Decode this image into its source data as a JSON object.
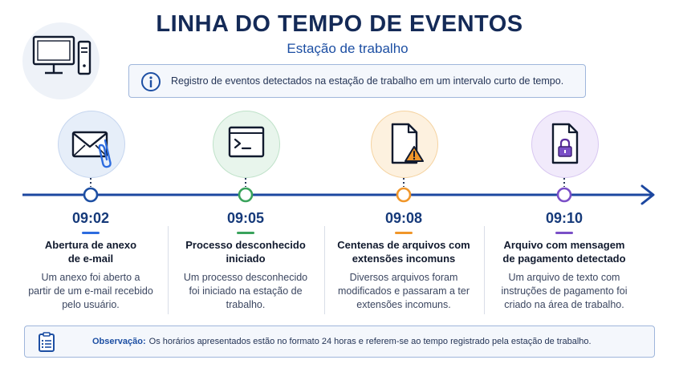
{
  "header": {
    "title": "LINHA DO TEMPO DE EVENTOS",
    "subtitle": "Estação de trabalho"
  },
  "info": {
    "icon": "info-icon",
    "text": "Registro de eventos detectados na estação de trabalho em um intervalo curto de tempo."
  },
  "colors": {
    "primary": "#1d4fa3",
    "navy": "#142a57",
    "blue": "#2d6cdf",
    "green": "#3aa35c",
    "orange": "#f0962a",
    "purple": "#7a4fc7",
    "timeline": "#1c47a0"
  },
  "events": [
    {
      "time": "09:02",
      "title_line1": "Abertura de anexo",
      "title_line2": "de e-mail",
      "desc_line1": "Um anexo foi aberto a",
      "desc_line2": "partir de um e-mail recebido",
      "desc_line3": "pelo usuário.",
      "icon": "email-attachment-icon"
    },
    {
      "time": "09:05",
      "title_line1": "Processo desconhecido",
      "title_line2": "iniciado",
      "desc_line1": "Um processo desconhecido",
      "desc_line2": "foi iniciado na estação de",
      "desc_line3": "trabalho.",
      "icon": "terminal-icon"
    },
    {
      "time": "09:08",
      "title_line1": "Centenas de arquivos com",
      "title_line2": "extensões incomuns",
      "desc_line1": "Diversos arquivos foram",
      "desc_line2": "modificados e passaram a ter",
      "desc_line3": "extensões incomuns.",
      "icon": "file-warning-icon"
    },
    {
      "time": "09:10",
      "title_line1": "Arquivo com mensagem",
      "title_line2": "de pagamento detectado",
      "desc_line1": "Um arquivo de texto com",
      "desc_line2": "instruções de pagamento foi",
      "desc_line3": "criado na área de trabalho.",
      "icon": "file-lock-icon"
    }
  ],
  "note": {
    "icon": "clipboard-icon",
    "label": "Observação:",
    "text": "Os horários apresentados estão no formato 24 horas e referem-se ao tempo registrado pela estação de trabalho."
  }
}
